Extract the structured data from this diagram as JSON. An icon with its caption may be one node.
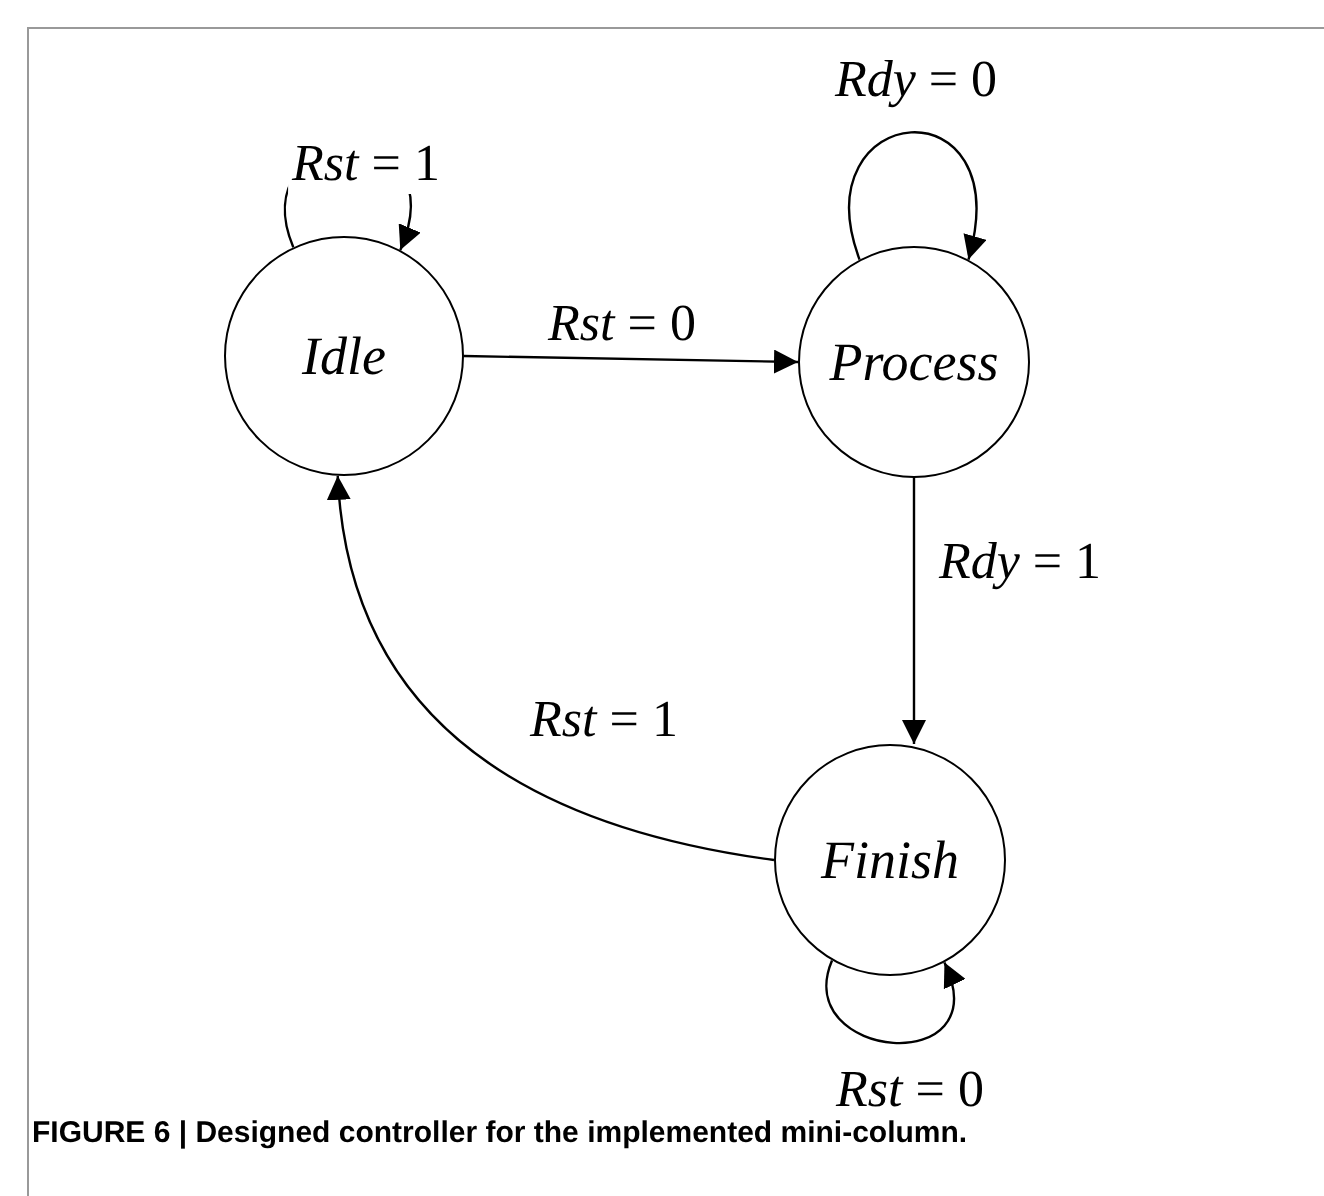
{
  "diagram": {
    "caption": "FIGURE 6 | Designed controller for the implemented mini-column.",
    "nodes": [
      {
        "text": [
          "Idle"
        ]
      },
      {
        "text": [
          "Process"
        ]
      },
      {
        "text": [
          "Finish"
        ]
      }
    ],
    "edges": [
      {
        "from": 0,
        "to": 0,
        "arrow": "to",
        "label": "*Rst* = 1"
      },
      {
        "from": 0,
        "to": 1,
        "arrow": "to",
        "label": "*Rst* = 0"
      },
      {
        "from": 1,
        "to": 1,
        "arrow": "to",
        "label": "*Rdy* = 0"
      },
      {
        "from": 1,
        "to": 2,
        "arrow": "to",
        "label": "*Rdy* = 1"
      },
      {
        "from": 2,
        "to": 0,
        "arrow": "to",
        "label": "*Rst* = 1"
      },
      {
        "from": 2,
        "to": 2,
        "arrow": "to",
        "label": "*Rst* = 0"
      }
    ]
  }
}
